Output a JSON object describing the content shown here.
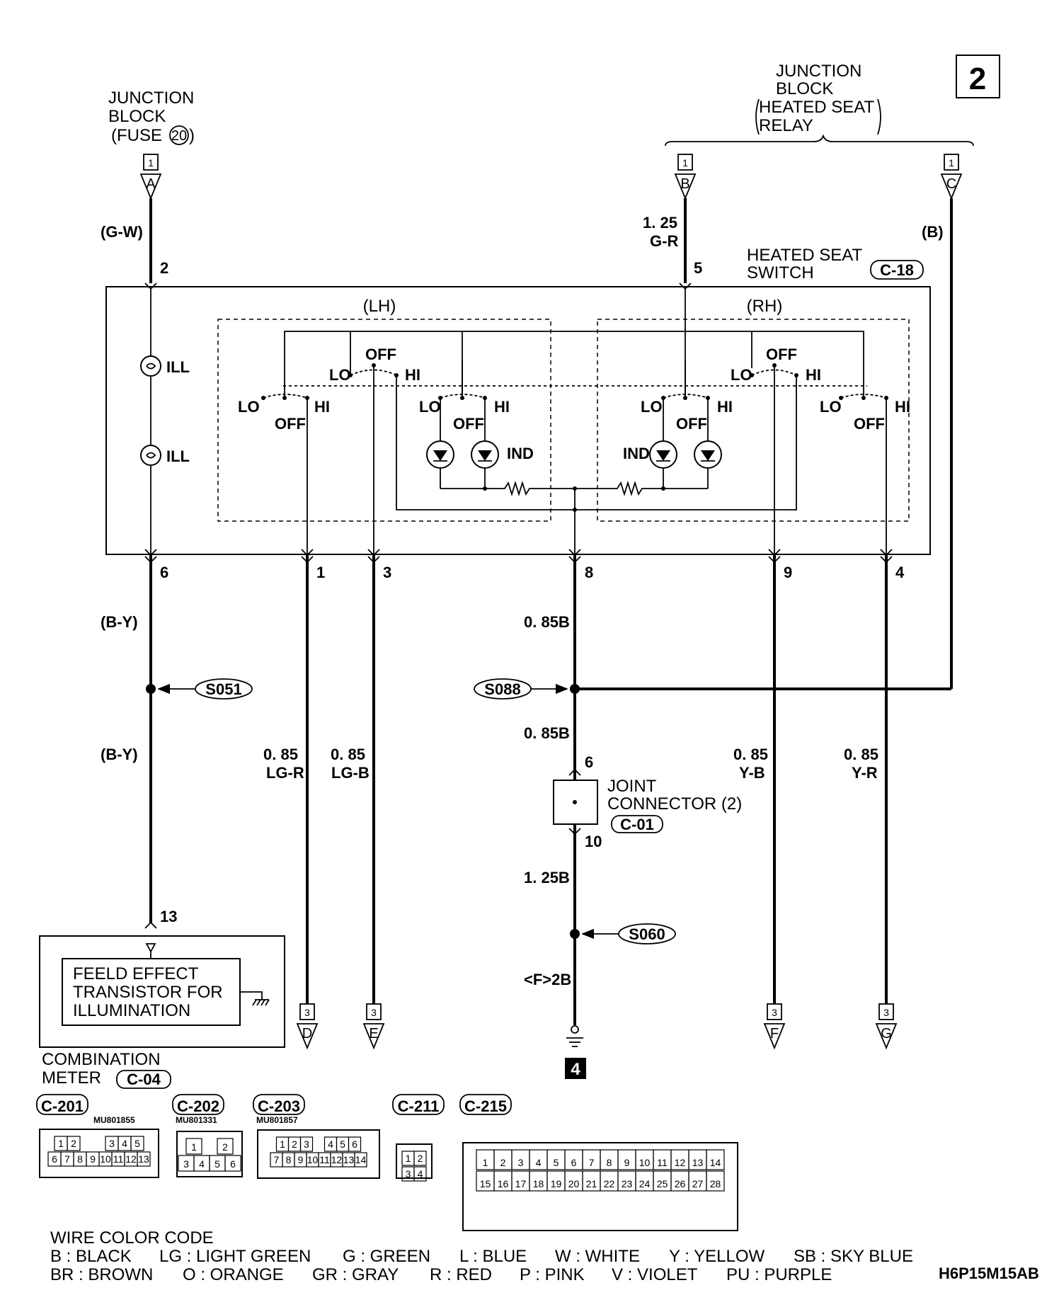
{
  "page_number": "2",
  "diagram_code": "H6P15M15AB",
  "junction_block_left": {
    "line1": "JUNCTION",
    "line2": "BLOCK",
    "line3": "(FUSE",
    "fuse_number": "20",
    "line3_end": ")",
    "connector_index": "1",
    "connector_letter": "A",
    "wire": "(G-W)",
    "pin": "2"
  },
  "junction_block_right": {
    "line1": "JUNCTION",
    "line2": "BLOCK",
    "line3": "HEATED SEAT",
    "line4": "RELAY",
    "connector_b_index": "1",
    "connector_b_letter": "B",
    "connector_c_index": "1",
    "connector_c_letter": "C",
    "wire_b_size": "1. 25",
    "wire_b_color": "G-R",
    "wire_c": "(B)",
    "pin": "5"
  },
  "heated_seat_switch": {
    "line1": "HEATED SEAT",
    "line2": "SWITCH",
    "connector": "C-18",
    "lh_label": "(LH)",
    "rh_label": "(RH)",
    "ill_label": "ILL",
    "ind_label": "IND",
    "lo": "LO",
    "hi": "HI",
    "off": "OFF"
  },
  "output_pins": {
    "p6": "6",
    "p1": "1",
    "p3": "3",
    "p8": "8",
    "p9": "9",
    "p4": "4"
  },
  "wires": {
    "by_upper": "(B-Y)",
    "by_lower": "(B-Y)",
    "lgr_size": "0. 85",
    "lgr_color": "LG-R",
    "lgb_size": "0. 85",
    "lgb_color": "LG-B",
    "gnd_upper": "0. 85B",
    "gnd_mid": "0. 85B",
    "gnd_lower": "1. 25B",
    "gnd_final": "<F>2B",
    "yb_size": "0. 85",
    "yb_color": "Y-B",
    "yr_size": "0. 85",
    "yr_color": "Y-R"
  },
  "splices": {
    "s051": "S051",
    "s088": "S088",
    "s060": "S060"
  },
  "joint_connector": {
    "line1": "JOINT",
    "line2": "CONNECTOR (2)",
    "connector": "C-01",
    "pin_in": "6",
    "pin_out": "10"
  },
  "combination_meter": {
    "pin": "13",
    "fet_line1": "FEELD EFFECT",
    "fet_line2": "TRANSISTOR FOR",
    "fet_line3": "ILLUMINATION",
    "line1": "COMBINATION",
    "line2": "METER",
    "connector": "C-04"
  },
  "offpage": {
    "d_index": "3",
    "d_letter": "D",
    "e_index": "3",
    "e_letter": "E",
    "f_index": "3",
    "f_letter": "F",
    "g_index": "3",
    "g_letter": "G"
  },
  "ground_number": "4",
  "connector_views": {
    "c201": {
      "name": "C-201",
      "part": "MU801855",
      "row1": [
        "1",
        "2",
        "",
        "",
        "3",
        "4",
        "5"
      ],
      "row2": [
        "6",
        "7",
        "8",
        "9",
        "10",
        "11",
        "12",
        "13"
      ]
    },
    "c202": {
      "name": "C-202",
      "part": "MU801331",
      "row1": [
        "1",
        "",
        "2"
      ],
      "row2": [
        "3",
        "4",
        "5",
        "6"
      ]
    },
    "c203": {
      "name": "C-203",
      "part": "MU801857",
      "row1": [
        "1",
        "2",
        "3",
        "",
        "4",
        "5",
        "6"
      ],
      "row2": [
        "7",
        "8",
        "9",
        "10",
        "11",
        "12",
        "13",
        "14"
      ]
    },
    "c211": {
      "name": "C-211",
      "row1": [
        "1",
        "2"
      ],
      "row2": [
        "3",
        "4"
      ]
    },
    "c215": {
      "name": "C-215",
      "row1": [
        "1",
        "2",
        "3",
        "4",
        "5",
        "6",
        "7",
        "8",
        "9",
        "10",
        "11",
        "12",
        "13",
        "14"
      ],
      "row2": [
        "15",
        "16",
        "17",
        "18",
        "19",
        "20",
        "21",
        "22",
        "23",
        "24",
        "25",
        "26",
        "27",
        "28"
      ]
    }
  },
  "wire_color_code": {
    "title": "WIRE COLOR CODE",
    "row1": [
      "B : BLACK",
      "LG : LIGHT GREEN",
      "G : GREEN",
      "L : BLUE",
      "W : WHITE",
      "Y : YELLOW",
      "SB : SKY BLUE"
    ],
    "row2": [
      "BR : BROWN",
      "O : ORANGE",
      "GR : GRAY",
      "R : RED",
      "P : PINK",
      "V : VIOLET",
      "PU : PURPLE"
    ]
  }
}
